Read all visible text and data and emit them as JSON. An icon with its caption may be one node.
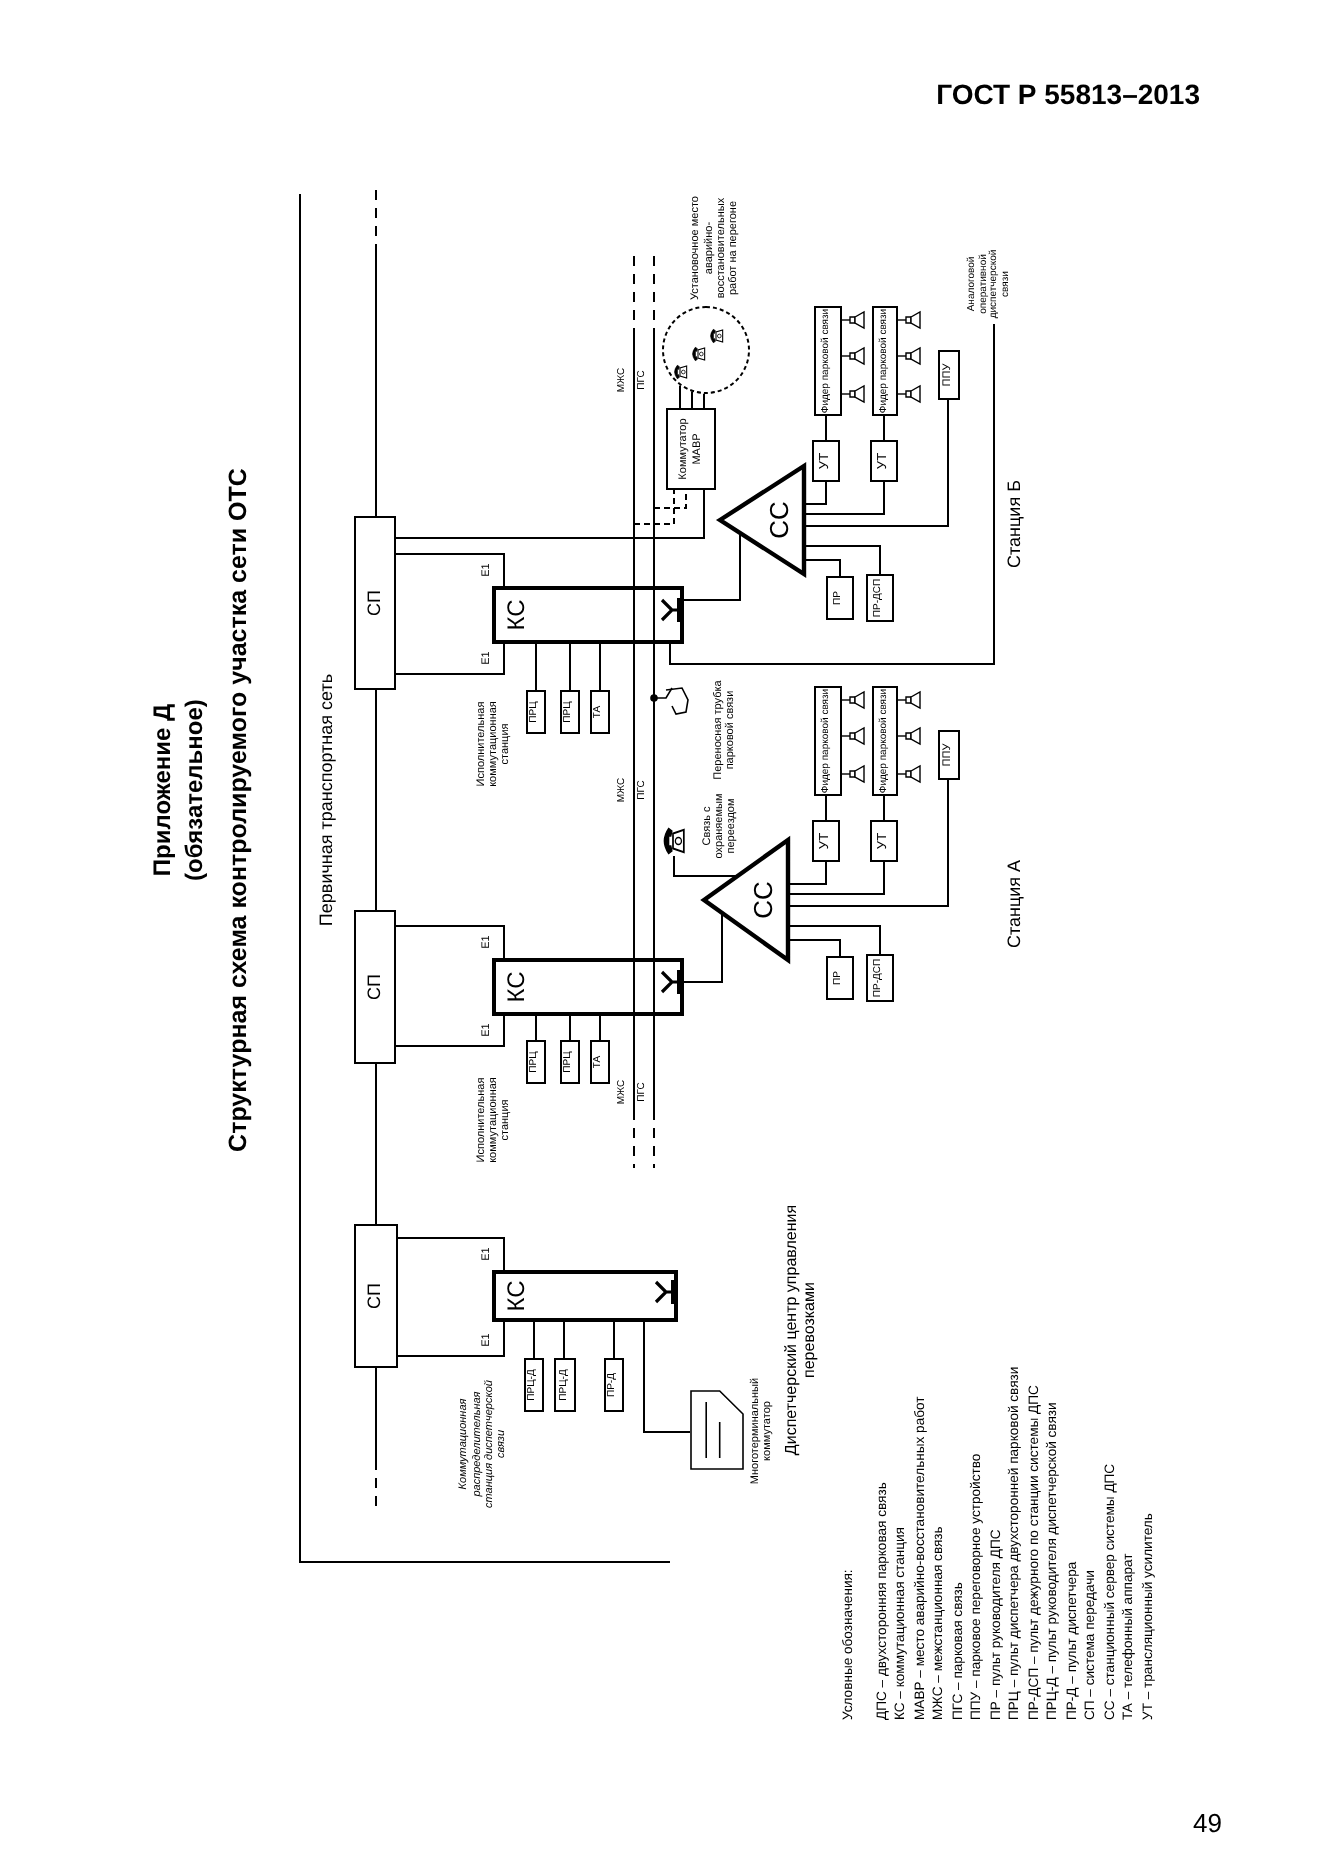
{
  "diagram": {
    "title": "Структурная схема контролируемого участка сети ОТС",
    "nodes": [
      {
        "text": [
          "СП"
        ]
      },
      {
        "text": [
          "СП"
        ]
      },
      {
        "text": [
          "СП"
        ]
      },
      {
        "text": [
          "КС"
        ]
      },
      {
        "text": [
          "КС"
        ]
      },
      {
        "text": [
          "КС"
        ]
      },
      {
        "text": [
          "ПРЦ-Д"
        ]
      },
      {
        "text": [
          "ПРЦ-Д"
        ]
      },
      {
        "text": [
          "ПР-Д"
        ]
      },
      {
        "text": [
          "ПРЦ"
        ]
      },
      {
        "text": [
          "ПРЦ"
        ]
      },
      {
        "text": [
          "ТА"
        ]
      },
      {
        "text": [
          "ПРЦ"
        ]
      },
      {
        "text": [
          "ПРЦ"
        ]
      },
      {
        "text": [
          "ТА"
        ]
      },
      {
        "text": [],
        "shape": "picture"
      },
      {
        "text": [
          "СС"
        ]
      },
      {
        "text": [
          "СС"
        ]
      },
      {
        "text": [
          "Коммутатор МАВР"
        ]
      },
      {
        "text": [],
        "shape": "circle"
      },
      {
        "text": [
          "УТ"
        ]
      },
      {
        "text": [
          "УТ"
        ]
      },
      {
        "text": [
          "Фидер парковой связи"
        ]
      },
      {
        "text": [
          "Фидер парковой связи"
        ]
      },
      {
        "text": [
          "ППУ"
        ]
      },
      {
        "text": [
          "ПР"
        ]
      },
      {
        "text": [
          "ПР-ДСП"
        ]
      },
      {
        "text": [],
        "shape": "picture"
      },
      {
        "text": [
          "УТ"
        ]
      },
      {
        "text": [
          "УТ"
        ]
      },
      {
        "text": [
          "Фидер парковой связи"
        ]
      },
      {
        "text": [
          "Фидер парковой связи"
        ]
      },
      {
        "text": [
          "ППУ"
        ]
      },
      {
        "text": [
          "ПР"
        ]
      },
      {
        "text": [
          "ПР-ДСП"
        ]
      },
      {
        "text": [
          "Аналоговой оперативной диспетчерской связи"
        ]
      }
    ],
    "edges": [
      {
        "from": 0,
        "to": 1,
        "arrow": "none"
      },
      {
        "from": 1,
        "to": 2,
        "arrow": "none"
      },
      {
        "from": 0,
        "to": 3,
        "arrow": "none",
        "label": "E1"
      },
      {
        "from": 0,
        "to": 3,
        "arrow": "none",
        "label": "E1"
      },
      {
        "from": 1,
        "to": 4,
        "arrow": "none",
        "label": "E1"
      },
      {
        "from": 1,
        "to": 4,
        "arrow": "none",
        "label": "E1"
      },
      {
        "from": 2,
        "to": 5,
        "arrow": "none",
        "label": "E1"
      },
      {
        "from": 2,
        "to": 5,
        "arrow": "none",
        "label": "E1"
      },
      {
        "from": 3,
        "to": 6,
        "arrow": "none"
      },
      {
        "from": 3,
        "to": 7,
        "arrow": "none"
      },
      {
        "from": 3,
        "to": 8,
        "arrow": "none"
      },
      {
        "from": 3,
        "to": 15,
        "arrow": "none"
      },
      {
        "from": 4,
        "to": 9,
        "arrow": "none"
      },
      {
        "from": 4,
        "to": 10,
        "arrow": "none"
      },
      {
        "from": 4,
        "to": 11,
        "arrow": "none"
      },
      {
        "from": 5,
        "to": 12,
        "arrow": "none"
      },
      {
        "from": 5,
        "to": 13,
        "arrow": "none"
      },
      {
        "from": 5,
        "to": 14,
        "arrow": "none"
      },
      {
        "from": 4,
        "to": 16,
        "arrow": "none"
      },
      {
        "from": 5,
        "to": 17,
        "arrow": "none"
      },
      {
        "from": 2,
        "to": 18,
        "arrow": "none"
      },
      {
        "from": 18,
        "to": 19,
        "arrow": "none"
      },
      {
        "from": 18,
        "to": 19,
        "arrow": "none"
      },
      {
        "from": 18,
        "to": 19,
        "arrow": "none"
      },
      {
        "from": 5,
        "to": 35,
        "arrow": "none"
      },
      {
        "from": 16,
        "to": 20,
        "arrow": "none"
      },
      {
        "from": 16,
        "to": 21,
        "arrow": "none"
      },
      {
        "from": 16,
        "to": 24,
        "arrow": "none"
      },
      {
        "from": 16,
        "to": 25,
        "arrow": "none"
      },
      {
        "from": 16,
        "to": 26,
        "arrow": "none"
      },
      {
        "from": 20,
        "to": 22,
        "arrow": "none"
      },
      {
        "from": 21,
        "to": 23,
        "arrow": "none"
      },
      {
        "from": 27,
        "to": 16,
        "arrow": "none"
      },
      {
        "from": 17,
        "to": 28,
        "arrow": "none"
      },
      {
        "from": 17,
        "to": 29,
        "arrow": "none"
      },
      {
        "from": 17,
        "to": 32,
        "arrow": "none"
      },
      {
        "from": 17,
        "to": 33,
        "arrow": "none"
      },
      {
        "from": 17,
        "to": 34,
        "arrow": "none"
      },
      {
        "from": 28,
        "to": 30,
        "arrow": "none"
      },
      {
        "from": 29,
        "to": 31,
        "arrow": "none"
      }
    ],
    "labels": [
      "ГОСТ Р 55813–2013",
      "Приложение Д",
      "(обязательное)",
      "Первичная транспортная сеть",
      "МЖС",
      "ПГС",
      "МЖС",
      "ПГС",
      "МЖС",
      "ПГС",
      "Переносная трубка парковой связи",
      "Станция А",
      "Станция Б",
      "Диспетчерский центр управления перевозками",
      "Условные обозначения:",
      "ДПС – двухсторонняя парковая связь",
      "КС – коммутационная станция",
      "МАВР – место аварийно-восстановительных работ",
      "МЖС – межстанционная связь",
      "ПГС – парковая связь",
      "ППУ – парковое переговорное устройство",
      "ПР – пульт руководителя ДПС",
      "ПРЦ – пульт диспетчера двухсторонней парковой связи",
      "ПР-ДСП – пульт дежурного по станции системы ДПС",
      "ПРЦ-Д – пульт руководителя диспетчерской связи",
      "ПР-Д – пульт диспетчера",
      "СП – система передачи",
      "СС – станционный сервер системы ДПС",
      "ТА – телефонный аппарат",
      "УТ – трансляционный усилитель",
      "49",
      "Коммутационная распределительная станция диспетчерской связи",
      "Исполнительная коммутационная станция",
      "Исполнительная коммутационная станция",
      "Многотерминальный коммутатор",
      "Установочное место аварийно-восстановительных работ на перегоне",
      "Связь с охраняемым переездом"
    ]
  }
}
